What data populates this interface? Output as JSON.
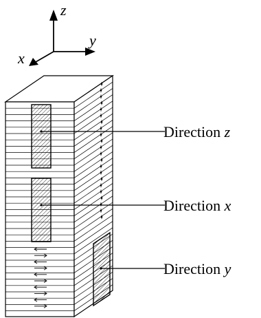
{
  "axes": {
    "x": "x",
    "y": "y",
    "z": "z"
  },
  "labels": [
    {
      "text": "Direction",
      "var": "z"
    },
    {
      "text": "Direction",
      "var": "x"
    },
    {
      "text": "Direction",
      "var": "y"
    }
  ],
  "colors": {
    "ink": "#000000",
    "background": "#ffffff"
  }
}
